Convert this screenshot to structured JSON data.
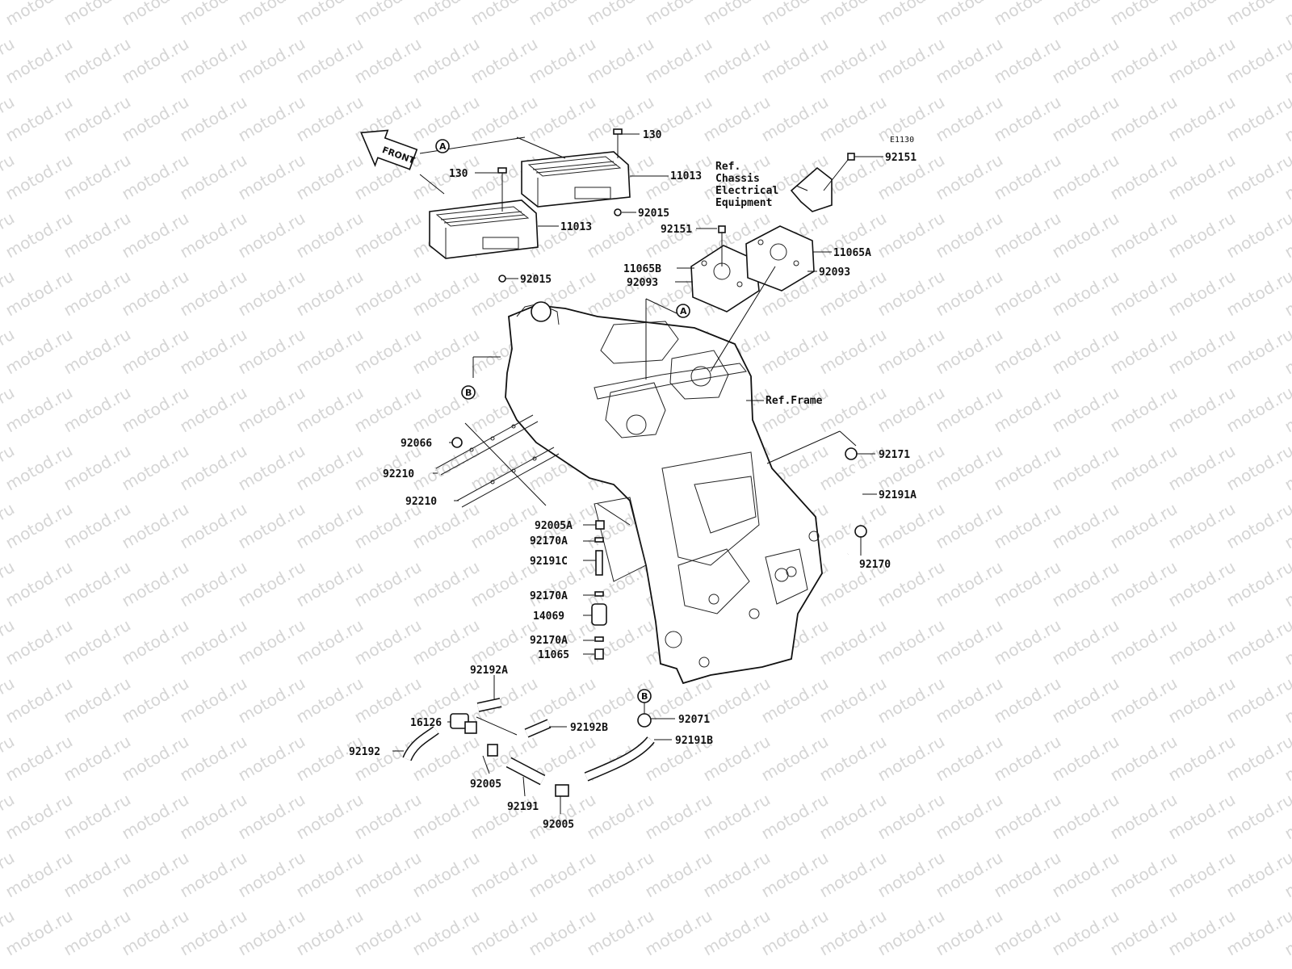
{
  "watermark": "motod.ru",
  "diagram_code": "E1130",
  "front_arrow": "FRONT",
  "refs": {
    "A": "A",
    "B": "B",
    "chassis_ref": [
      "Ref.",
      "Chassis",
      "Electrical",
      "Equipment"
    ],
    "frame_ref": "Ref.Frame"
  },
  "labels": {
    "l130_top": "130",
    "l130_left": "130",
    "l11013_top": "11013",
    "l11013_bottom": "11013",
    "l92015_top": "92015",
    "l92015_bottom": "92015",
    "l92151_top": "92151",
    "l92151_mid": "92151",
    "l11065A": "11065A",
    "l11065B": "11065B",
    "l92093_left": "92093",
    "l92093_right": "92093",
    "l92066": "92066",
    "l92210_a": "92210",
    "l92210_b": "92210",
    "l92171": "92171",
    "l92191A": "92191A",
    "l92170": "92170",
    "l92005A": "92005A",
    "l92170A_1": "92170A",
    "l92191C": "92191C",
    "l92170A_2": "92170A",
    "l14069": "14069",
    "l92170A_3": "92170A",
    "l11065": "11065",
    "l92192A": "92192A",
    "l16126": "16126",
    "l92192B": "92192B",
    "l92192": "92192",
    "l92005_left": "92005",
    "l92191": "92191",
    "l92005_bottom": "92005",
    "l92071": "92071",
    "l92191B": "92191B"
  }
}
